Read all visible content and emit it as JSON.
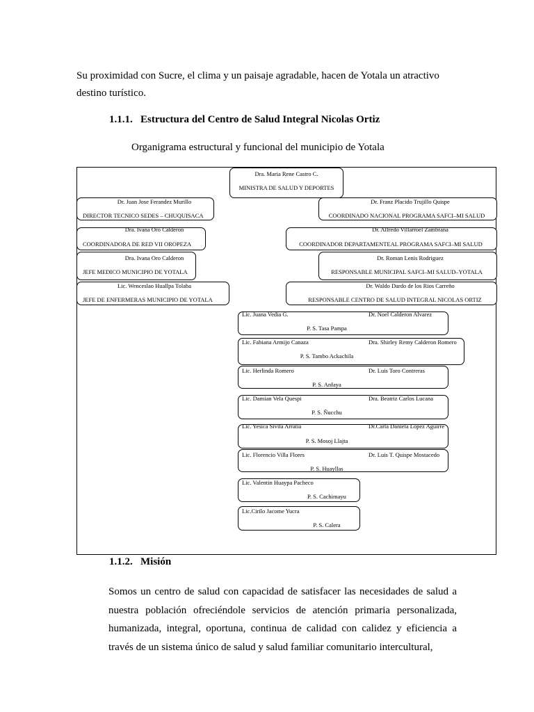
{
  "intro": "Su proximidad con Sucre, el clima y un paisaje agradable, hacen de Yotala un atractivo destino turístico.",
  "section_111": {
    "number": "1.1.1.",
    "title": "Estructura del Centro de Salud Integral Nicolas Ortiz"
  },
  "org_caption": "Organigrama estructural y funcional del municipio de Yotala",
  "org": {
    "ministra": {
      "name": "Dra. Maria Rene Castro C.",
      "role": "MINISTRA DE SALUD Y DEPORTES"
    },
    "left": [
      {
        "name": "Dr. Juan Jose Ferandez Murillo",
        "role": "DIRECTOR TECNICO SEDES – CHUQUISACA"
      },
      {
        "name": "Dra. Ivana Oro Calderon",
        "role": "COORDINADORA DE RED VII OROPEZA"
      },
      {
        "name": "Dra. Ivana Oro Calderon",
        "role": "JEFE MEDICO MUNICIPIO DE YOTALA"
      },
      {
        "name": "Lic. Wenceslao Huallpa Tolaba",
        "role": "JEFE DE ENFERMERAS MUNICIPIO DE YOTALA"
      }
    ],
    "right": [
      {
        "name": "Dr. Franz Placido Trujillo Quispe",
        "role": "COORDINADO NACIONAL PROGRAMA SAFCI–MI SALUD"
      },
      {
        "name": "Dr. Alfredo Villarroel Zambrana",
        "role": "COORDINADOR DEPARTAMENTEAL PROGRAMA SAFCI–MI SALUD"
      },
      {
        "name": "Dr. Roman Lenis Rodriguez",
        "role": "RESPONSABLE MUNICIPAL SAFCI–MI SALUD–YOTALA"
      },
      {
        "name": "Dr. Waldo Dardo de los Rios Carreño",
        "role": "RESPONSABLE CENTRO DE SALUD INTEGRAL NICOLAS ORTIZ"
      }
    ],
    "posts": [
      {
        "lic": "Lic. Juana Vedia G.",
        "doctor": "Dr. Noel Calderon Alvarez",
        "post": "P. S. Tasa Pampa"
      },
      {
        "lic": "Lic. Fabiana Armijo Canaza",
        "doctor": "Dra. Shirley Remy Calderon Romero",
        "post": "P. S. Tambo Ackachila"
      },
      {
        "lic": "Lic. Herlinda Romero",
        "doctor": "Dr. Luis Toro Contreras",
        "post": "P. S. Anfaya"
      },
      {
        "lic": "Lic. Damian Vela Quespi",
        "doctor": "Dra. Beatriz Carlos Lucana",
        "post": "P. S. Ñucchu"
      },
      {
        "lic": "Lic. Yesica Sivila Arratia",
        "doctor": "Dr.Carla Daniela Lopez Aguirre",
        "post": "P. S. Mosoj Llajta"
      },
      {
        "lic": "Lic. Florencio Villa Flores",
        "doctor": "Dr. Luis T. Quispe Mostacedo",
        "post": "P. S. Huayllas"
      },
      {
        "lic": "Lic. Valentin Huaypa Pacheco",
        "doctor": "",
        "post": "P. S. Cachimayu"
      },
      {
        "lic": "Lic.Cirilo Jacome Yucra",
        "doctor": "",
        "post": "P. S. Calera"
      }
    ]
  },
  "section_112": {
    "number": "1.1.2.",
    "title": "Misión"
  },
  "mision": "Somos un centro de salud con capacidad de satisfacer las necesidades de salud a nuestra población ofreciéndole servicios de atención primaria personalizada, humanizada, integral, oportuna, continua de calidad con calidez y eficiencia a través de un sistema único de salud y salud familiar comunitario intercultural,"
}
